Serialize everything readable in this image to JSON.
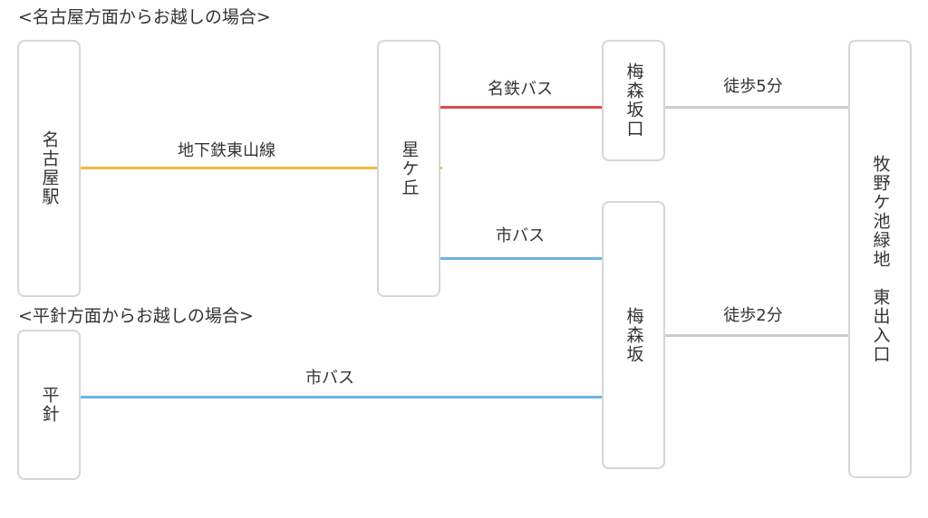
{
  "headings": {
    "nagoya": "<名古屋方面からお越しの場合>",
    "hiraari": "<平針方面からお越しの場合>"
  },
  "stations": {
    "nagoya": "名古屋駅",
    "hoshigaoka": "星ケ丘",
    "umemorizaka_guchi": "梅森坂口",
    "umemorizaka": "梅森坂",
    "makinoga_ike": "牧野ケ池緑地　東出入口",
    "hiraari": "平針"
  },
  "routes": {
    "subway": "地下鉄東山線",
    "meitetsu_bus": "名鉄バス",
    "city_bus_1": "市バス",
    "walk_5": "徒歩5分",
    "walk_2": "徒歩2分",
    "city_bus_2": "市バス"
  },
  "colors": {
    "subway": "#f5b942",
    "meitetsu_bus": "#e04a4a",
    "city_bus": "#6ab5e3",
    "walk": "#cccccc",
    "box_border": "#d6d6d6"
  }
}
